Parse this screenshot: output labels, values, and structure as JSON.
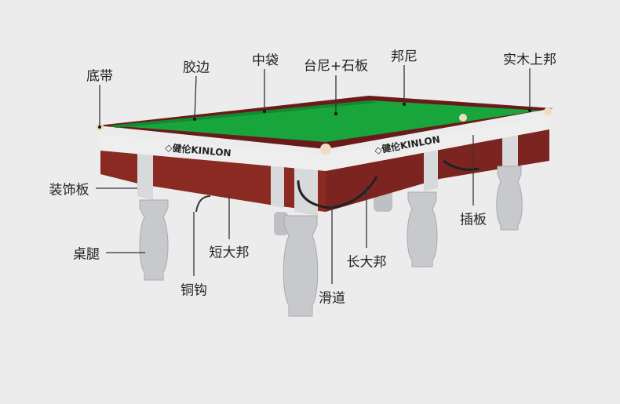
{
  "brand_text": "◇健伦KINLON",
  "labels": {
    "bottom_band": "底带",
    "rubber_cushion": "胶边",
    "middle_pocket": "中袋",
    "cloth_slate": "台尼+石板",
    "rail_cloth": "邦尼",
    "wood_top_rail": "实木上邦",
    "decorative_panel": "装饰板",
    "insert_panel": "插板",
    "table_leg": "桌腿",
    "short_apron": "短大邦",
    "long_apron": "长大邦",
    "copper_hook": "铜钩",
    "ball_return": "滑道"
  },
  "colors": {
    "felt": "#18a53b",
    "rail": "#6b1a1c",
    "apron": "#8a2a22",
    "trim": "#e8e8ea",
    "leg": "#c9cacd"
  }
}
